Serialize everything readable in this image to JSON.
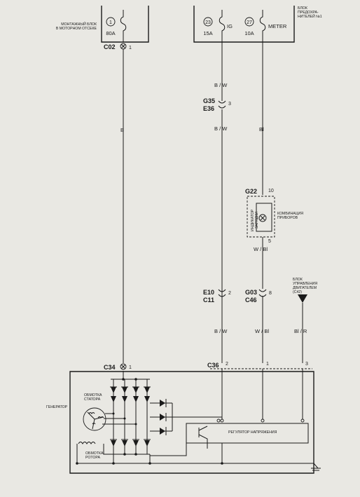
{
  "fuse_box_engine": {
    "label_line1": "МОНТАЖНЫЙ БЛОК",
    "label_line2": "В МОТОРНОМ ОТСЕКЕ",
    "fuse_number": "1",
    "fuse_rating": "80A"
  },
  "fuse_box_cabin": {
    "label_line1": "БЛОК",
    "label_line2": "ПРЕДОХРА-",
    "label_line3": "НИТЕЛЕЙ №1",
    "fuses": [
      {
        "number": "23",
        "rating": "15A",
        "name": "IG"
      },
      {
        "number": "27",
        "rating": "10A",
        "name": "METER"
      }
    ]
  },
  "connectors": {
    "c02": {
      "name": "C02",
      "pin": "1"
    },
    "g35_e36": {
      "name1": "G35",
      "name2": "E36",
      "pin": "3"
    },
    "g22": {
      "name": "G22",
      "pin_in": "10",
      "pin_out": "5"
    },
    "e10_c11": {
      "name1": "E10",
      "name2": "C11",
      "pin": "2"
    },
    "g03_c46": {
      "name1": "G03",
      "name2": "C46",
      "pin": "8"
    },
    "c34": {
      "name": "C34",
      "pin": "1"
    },
    "c36": {
      "name": "C36",
      "pins": [
        "2",
        "1",
        "3"
      ]
    }
  },
  "wires": {
    "main_b": "B",
    "ig_upper": "B / W",
    "ig_mid": "B / W",
    "meter_mid": "Bl",
    "after_cluster": "W / Bl",
    "bottom_bw": "B / W",
    "bottom_wbl": "W / Bl",
    "bottom_blr": "Bl / R"
  },
  "instrument_cluster": {
    "label_line1": "КОМБИНАЦИЯ",
    "label_line2": "ПРИБОРОВ",
    "indicator_line1": "ИНДИКАТОР",
    "indicator_line2": "ЗАРЯДКИ"
  },
  "ecu": {
    "label_line1": "БЛОК",
    "label_line2": "УПРАВЛЕНИЯ",
    "label_line3": "ДВИГАТЕЛЕМ",
    "label_line4": "(C42)"
  },
  "generator": {
    "label": "ГЕНЕРАТОР",
    "stator_line1": "ОБМОТКА",
    "stator_line2": "СТАТОРА",
    "rotor_line1": "ОБМОТКА",
    "rotor_line2": "РОТОРА",
    "regulator": "РЕГУЛЯТОР НАПРЯЖЕНИЯ"
  }
}
